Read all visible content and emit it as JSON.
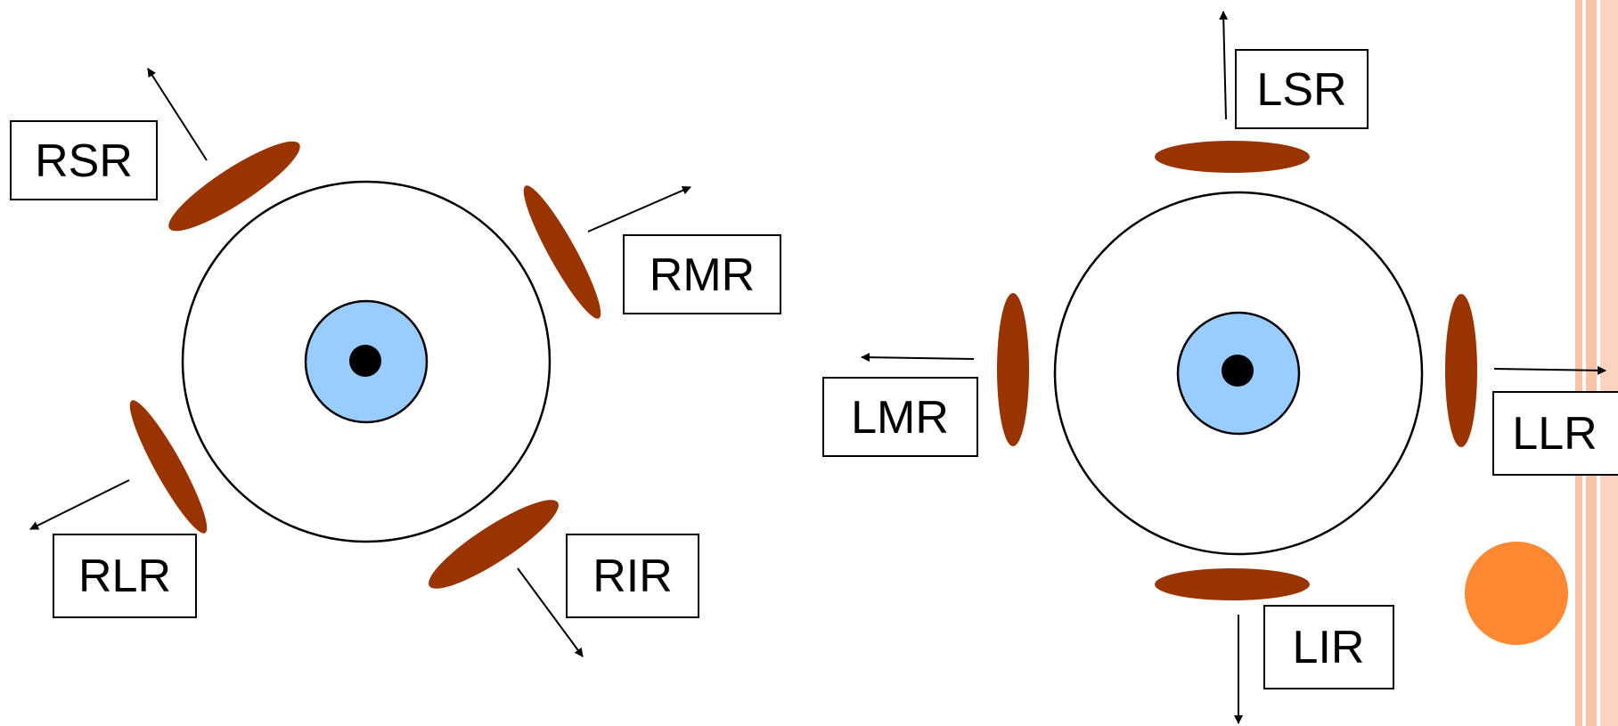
{
  "diagram": {
    "right_eye": {
      "labels": {
        "rsr": "RSR",
        "rmr": "RMR",
        "rlr": "RLR",
        "rir": "RIR"
      }
    },
    "left_eye": {
      "labels": {
        "lsr": "LSR",
        "lmr": "LMR",
        "llr": "LLR",
        "lir": "LIR"
      }
    }
  },
  "colors": {
    "muscle": "#993300",
    "iris": "#99ccff",
    "pupil": "#000000",
    "accent_circle": "#ff8833",
    "stripe": "#f9c3a8"
  }
}
